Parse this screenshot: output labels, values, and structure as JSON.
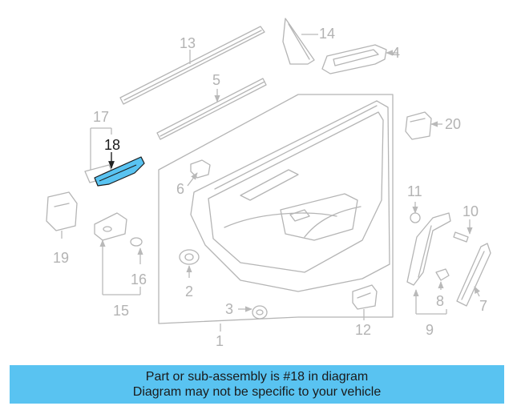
{
  "diagram": {
    "callouts": {
      "c1": "1",
      "c2": "2",
      "c3": "3",
      "c4": "4",
      "c5": "5",
      "c6": "6",
      "c7": "7",
      "c8": "8",
      "c9": "9",
      "c10": "10",
      "c11": "11",
      "c12": "12",
      "c13": "13",
      "c14": "14",
      "c15": "15",
      "c16": "16",
      "c17": "17",
      "c18": "18",
      "c19": "19",
      "c20": "20"
    },
    "highlighted_part": "18",
    "highlight_color": "#59c3f1",
    "line_color": "#b5b5b5"
  },
  "footer": {
    "line1": "Part or sub-assembly is #18 in diagram",
    "line2": "Diagram may not be specific to your vehicle",
    "background": "#59c3f1"
  }
}
